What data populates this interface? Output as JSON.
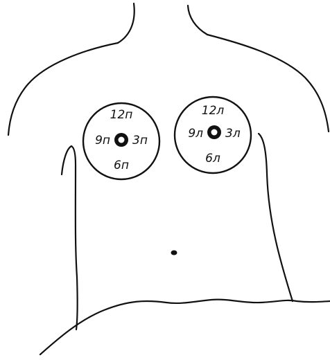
{
  "figure": {
    "right_breast": {
      "top": "12п",
      "left": "9п",
      "right": "3п",
      "bottom": "6п"
    },
    "left_breast": {
      "top": "12л",
      "left": "9л",
      "right": "3л",
      "bottom": "6л"
    }
  }
}
